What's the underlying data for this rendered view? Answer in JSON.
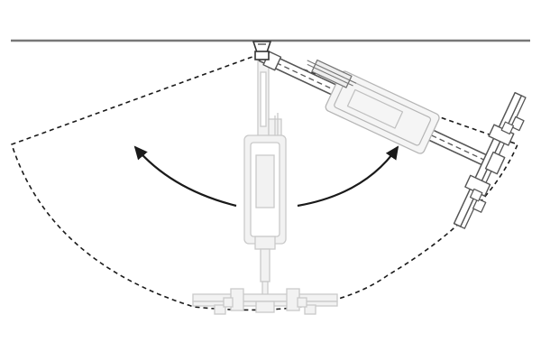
{
  "diagram": {
    "subject": "ceiling-mounted-swing-arm-illustration",
    "colors": {
      "background": "#ffffff",
      "ceiling_line": "#777777",
      "faded_part": "#c9c9c9",
      "faded_fill": "#f2f2f2",
      "active_part": "#555555",
      "dashed_arc": "#1a1a1a",
      "arrows": "#1a1a1a"
    },
    "positions": [
      {
        "name": "hanging-vertical",
        "swing_angle_deg": 0,
        "style": "faded"
      },
      {
        "name": "swung-right",
        "swing_angle_deg": -65,
        "style": "solid"
      }
    ],
    "motion_arrows": [
      {
        "direction": "left"
      },
      {
        "direction": "right"
      }
    ]
  }
}
